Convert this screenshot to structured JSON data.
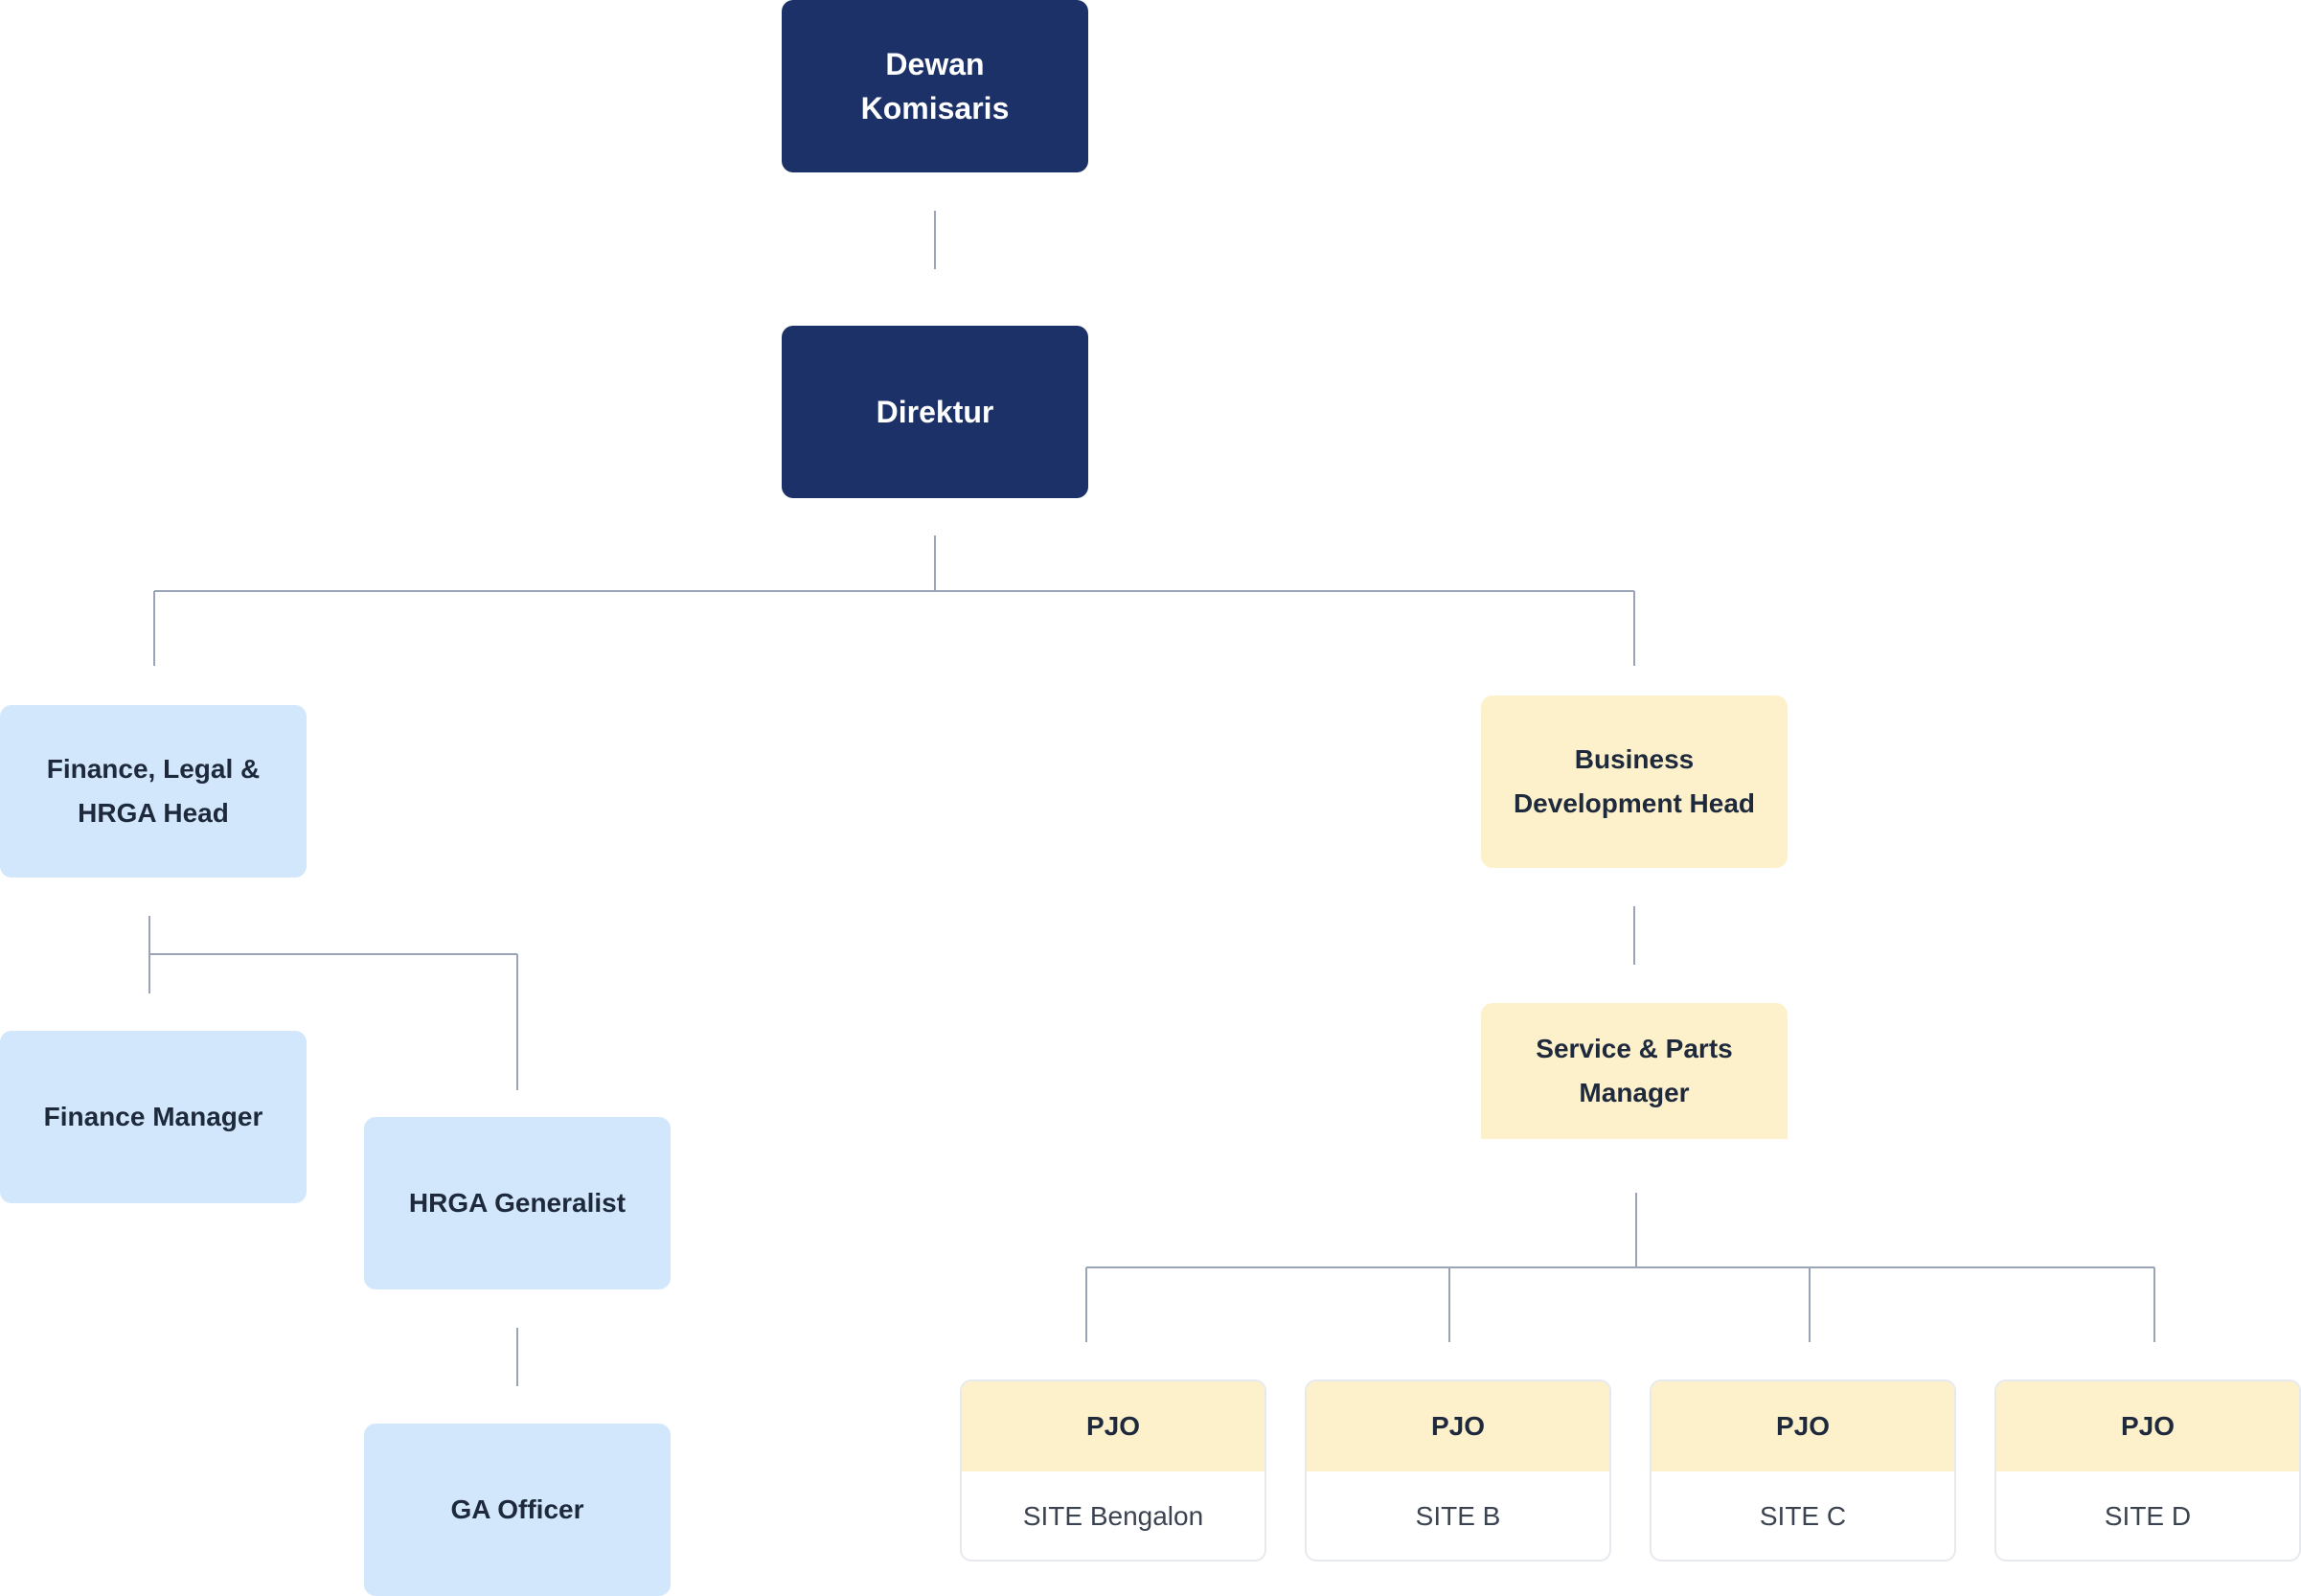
{
  "colors": {
    "top_level": "#1c3168",
    "finance_branch": "#d2e7fb",
    "business_branch": "#fdf1cc",
    "connector": "#9aa4b6"
  },
  "nodes": {
    "dewan_komisaris": "Dewan Komisaris",
    "direktur": "Direktur",
    "finance_head": "Finance, Legal & HRGA Head",
    "finance_manager": "Finance Manager",
    "hrga_generalist": "HRGA Generalist",
    "ga_officer": "GA Officer",
    "bd_head": "Business Development Head",
    "service_manager": "Service & Parts Manager"
  },
  "pjo_sites": [
    {
      "title": "PJO",
      "site": "SITE Bengalon"
    },
    {
      "title": "PJO",
      "site": "SITE B"
    },
    {
      "title": "PJO",
      "site": "SITE C"
    },
    {
      "title": "PJO",
      "site": "SITE D"
    }
  ]
}
